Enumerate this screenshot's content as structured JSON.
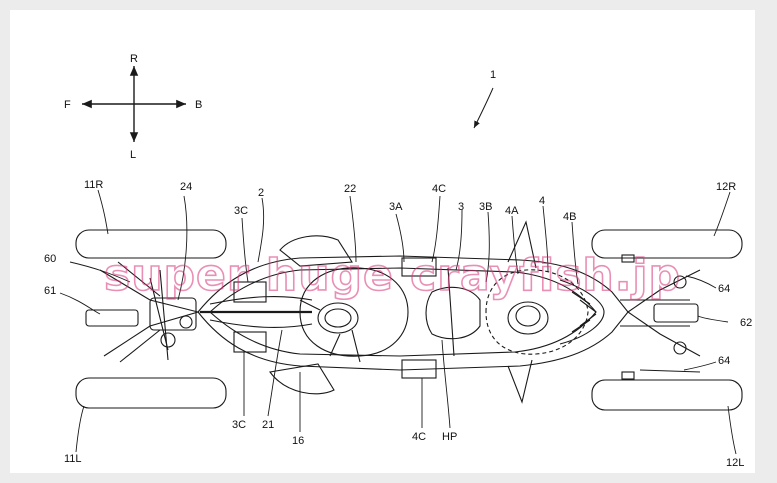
{
  "compass": {
    "up": "R",
    "down": "L",
    "left": "F",
    "right": "B"
  },
  "labels": {
    "main_ref": "1",
    "r11R": "11R",
    "r24": "24",
    "r3C_top": "3C",
    "r2": "2",
    "r22": "22",
    "r3A": "3A",
    "r4C_top": "4C",
    "r3": "3",
    "r3B": "3B",
    "r4A": "4A",
    "r4": "4",
    "r4B": "4B",
    "r12R": "12R",
    "r60": "60",
    "r61": "61",
    "r64_top": "64",
    "r62": "62",
    "r64_bot": "64",
    "r11L": "11L",
    "r3C_bot": "3C",
    "r21": "21",
    "r16": "16",
    "r4C_bot": "4C",
    "rHP": "HP",
    "r12L": "12L"
  },
  "watermark": {
    "text": "super huge crayfish.jp",
    "color": "#d8347a"
  },
  "colors": {
    "line": "#1a1a1a",
    "border": "#ececec"
  }
}
